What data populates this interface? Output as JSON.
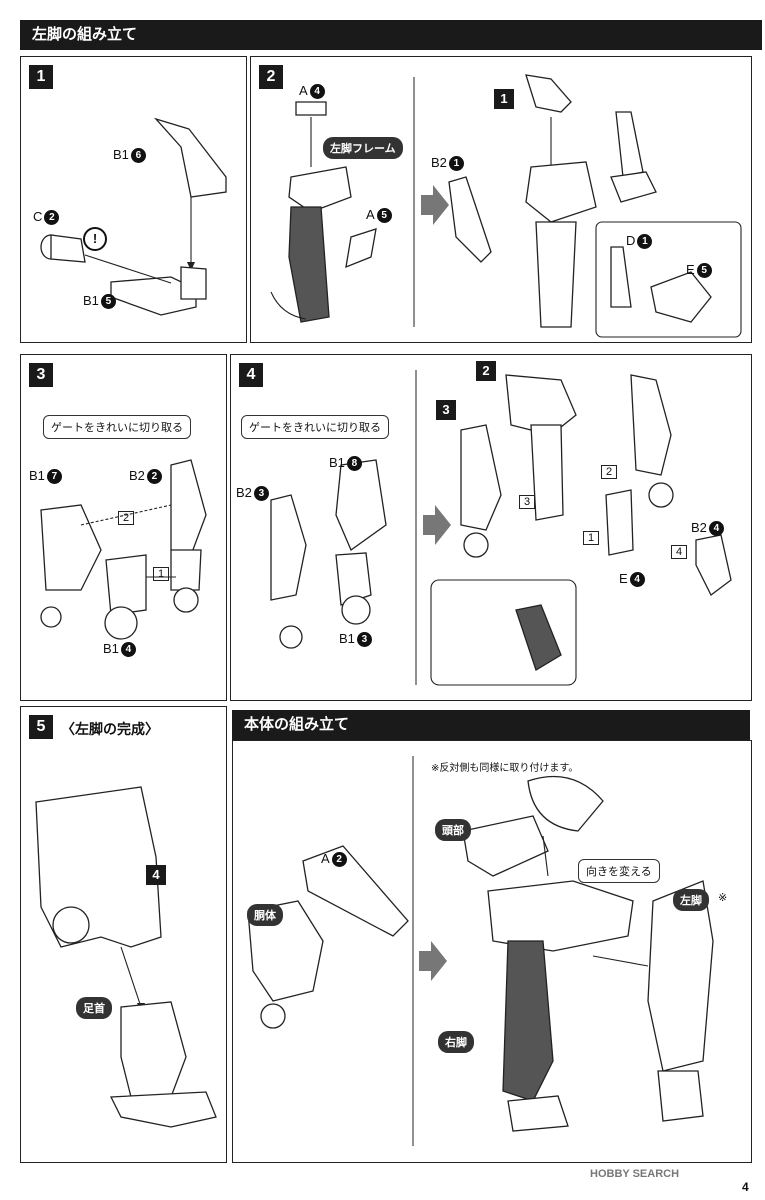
{
  "sections": {
    "left_leg": "左脚の組み立て",
    "body": "本体の組み立て"
  },
  "steps": {
    "s1": "1",
    "s2": "2",
    "s3": "3",
    "s4": "4",
    "s5": "5"
  },
  "step1": {
    "b1_6": "B1",
    "b1_6_n": "6",
    "c_2": "C",
    "c_2_n": "2",
    "b1_5": "B1",
    "b1_5_n": "5",
    "caution": "!"
  },
  "step2": {
    "a_4": "A",
    "a_4_n": "4",
    "frame_label": "左脚フレーム",
    "a_5": "A",
    "a_5_n": "5",
    "ref1": "1",
    "b2_1": "B2",
    "b2_1_n": "1",
    "d_1": "D",
    "d_1_n": "1",
    "e_5": "E",
    "e_5_n": "5"
  },
  "step3": {
    "gate_note": "ゲートをきれいに切り取る",
    "b1_7": "B1",
    "b1_7_n": "7",
    "b2_2": "B2",
    "b2_2_n": "2",
    "b1_4": "B1",
    "b1_4_n": "4",
    "o1": "1",
    "o2": "2"
  },
  "step4": {
    "gate_note": "ゲートをきれいに切り取る",
    "b1_8": "B1",
    "b1_8_n": "8",
    "b2_3": "B2",
    "b2_3_n": "3",
    "b1_3": "B1",
    "b1_3_n": "3",
    "ref2": "2",
    "ref3": "3",
    "b2_4": "B2",
    "b2_4_n": "4",
    "e_4": "E",
    "e_4_n": "4",
    "o1": "1",
    "o2": "2",
    "o3": "3",
    "o4": "4"
  },
  "step5": {
    "title": "〈左脚の完成〉",
    "ref4": "4",
    "ankle": "足首"
  },
  "body_assembly": {
    "note": "※反対側も同様に取り付けます。",
    "a_2": "A",
    "a_2_n": "2",
    "torso": "胴体",
    "head": "頭部",
    "turn": "向きを変える",
    "left_leg": "左脚",
    "mark": "※",
    "right_leg": "右脚"
  },
  "footer": {
    "watermark": "HOBBY SEARCH",
    "page": "4"
  }
}
